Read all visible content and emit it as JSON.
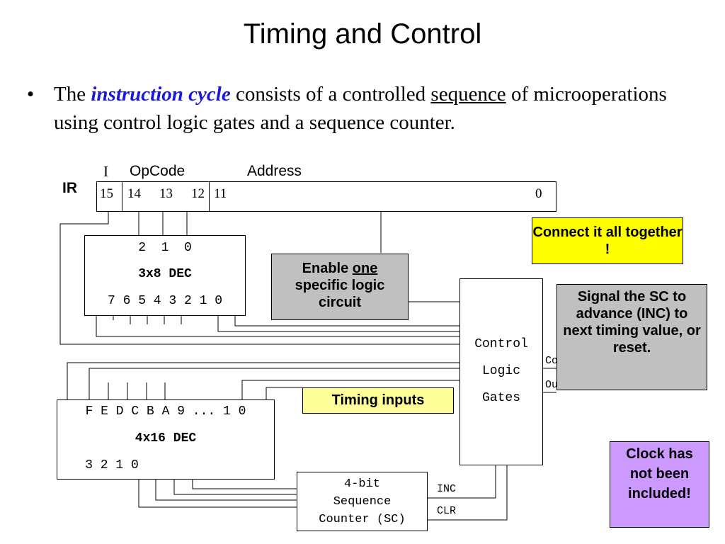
{
  "title": "Timing and Control",
  "bullet": {
    "part1": "The ",
    "emphasis": "instruction cycle",
    "part2": " consists of a controlled ",
    "underlined": "sequence",
    "part3": " of microoperations using control logic gates and a sequence counter."
  },
  "ir": {
    "label": "IR",
    "field_i": "I",
    "field_opcode": "OpCode",
    "field_address": "Address",
    "bit15": "15",
    "bit14": "14",
    "bit13": "13",
    "bit12": "12",
    "bit11": "11",
    "bit0": "0"
  },
  "dec3x8": {
    "inputs": "2  1  0",
    "name": "3x8 DEC",
    "outputs": "7 6 5 4 3 2 1 0"
  },
  "dec4x16": {
    "outputs": "F E D C B A 9 ... 1 0",
    "name": "4x16 DEC",
    "inputs": "3 2 1 0"
  },
  "control": {
    "line1": "Control",
    "line2": "Logic",
    "line3": "Gates",
    "hidden_out1": "Co",
    "hidden_out2": "Ou"
  },
  "sc": {
    "line1": "4-bit",
    "line2": "Sequence",
    "line3": "Counter (SC)",
    "inc": "INC",
    "clr": "CLR"
  },
  "callouts": {
    "connect": "Connect it all together !",
    "enable_pre": "Enable ",
    "enable_underlined": "one",
    "enable_post": " specific logic circuit",
    "signal": "Signal the SC to advance (INC) to next timing value, or reset.",
    "timing": "Timing inputs",
    "clock": "Clock has not been included!"
  },
  "colors": {
    "emphasis": "#1a1ad6",
    "yellow": "#ffff00",
    "pale_yellow": "#ffff99",
    "gray": "#c0c0c0",
    "lavender": "#cc99ff"
  }
}
